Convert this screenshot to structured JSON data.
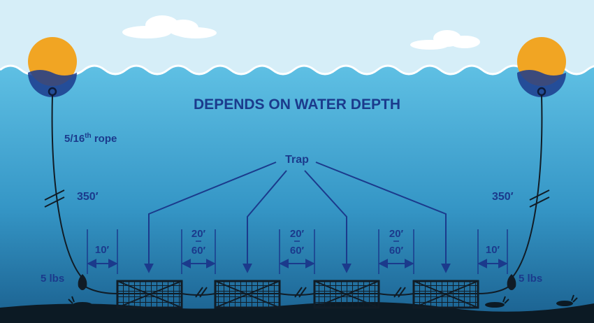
{
  "title": "DEPENDS ON WATER DEPTH",
  "rope_label": "5/16",
  "rope_sup": "th",
  "rope_suffix": " rope",
  "rope_length_left": "350′",
  "rope_length_right": "350′",
  "trap_label": "Trap",
  "weight_left": "5 lbs",
  "weight_right": "5 lbs",
  "end_spacing_left": "10′",
  "end_spacing_right": "10′",
  "gap_spacings": [
    {
      "top": "20′",
      "bottom": "60′"
    },
    {
      "top": "20′",
      "bottom": "60′"
    },
    {
      "top": "20′",
      "bottom": "60′"
    }
  ],
  "colors": {
    "sky": "#d6eef8",
    "water_top": "#4fb2d9",
    "water_bottom": "#1b6f9c",
    "buoy": "#f1a523",
    "text": "#1b3a8c",
    "trap": "#1a2a3a"
  }
}
